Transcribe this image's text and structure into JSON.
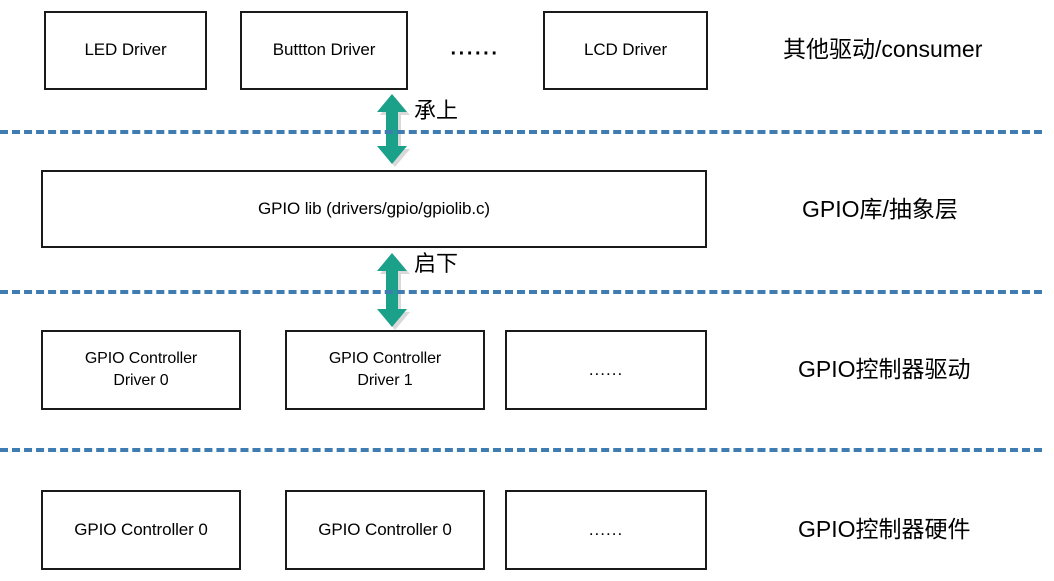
{
  "diagram": {
    "title": "Linux GPIO subsystem layered architecture",
    "colors": {
      "box_border": "#1a1a1a",
      "box_fill": "#ffffff",
      "separator": "#3E7CB1",
      "arrow": "#1BA089",
      "arrow_shadow": "#d9d9d9",
      "text": "#000000",
      "background": "#ffffff"
    },
    "rows": [
      {
        "id": "consumer-row",
        "tier_label": "其他驱动/consumer",
        "boxes": [
          {
            "label": "LED Driver"
          },
          {
            "label": "Buttton Driver"
          },
          {
            "label": "LCD Driver"
          }
        ],
        "inline_ellipsis": "······"
      },
      {
        "id": "gpiolib-row",
        "tier_label": "GPIO库/抽象层",
        "boxes": [
          {
            "label": "GPIO lib (drivers/gpio/gpiolib.c)"
          }
        ]
      },
      {
        "id": "controller-driver-row",
        "tier_label": "GPIO控制器驱动",
        "boxes": [
          {
            "label": "GPIO Controller\nDriver 0"
          },
          {
            "label": "GPIO Controller\nDriver 1"
          },
          {
            "label": "......"
          }
        ]
      },
      {
        "id": "controller-hardware-row",
        "tier_label": "GPIO控制器硬件",
        "boxes": [
          {
            "label": "GPIO Controller 0"
          },
          {
            "label": "GPIO Controller 0"
          },
          {
            "label": "......"
          }
        ]
      }
    ],
    "arrows": [
      {
        "id": "arrow-up",
        "label": "承上",
        "direction": "bidirectional"
      },
      {
        "id": "arrow-down",
        "label": "启下",
        "direction": "bidirectional"
      }
    ],
    "separators": [
      {
        "id": "separator-1"
      },
      {
        "id": "separator-2"
      },
      {
        "id": "separator-3"
      }
    ]
  }
}
